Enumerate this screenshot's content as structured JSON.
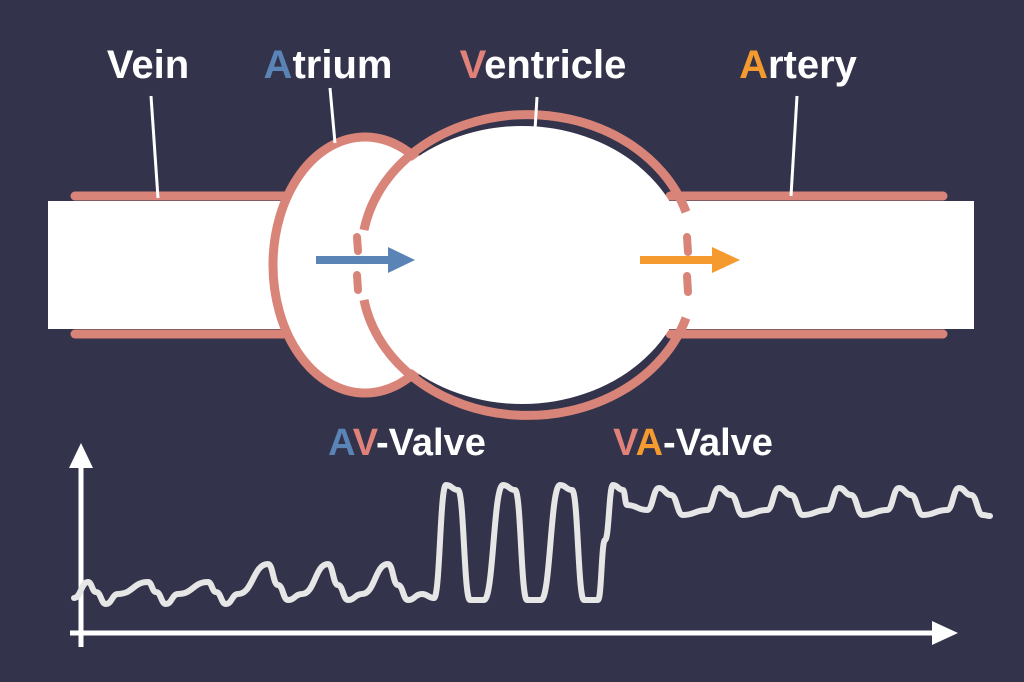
{
  "labels": {
    "vein": {
      "text": "Vein"
    },
    "atrium": {
      "accent": "A",
      "rest": "trium"
    },
    "ventricle": {
      "accent": "V",
      "rest": "entricle"
    },
    "artery": {
      "accent": "A",
      "rest": "rtery"
    },
    "av_valve": {
      "first": "A",
      "second": "V",
      "rest": "-Valve"
    },
    "va_valve": {
      "first": "V",
      "second": "A",
      "rest": "-Valve"
    }
  },
  "colors": {
    "background": "#33344b",
    "wall": "#d98478",
    "lumen": "#ffffff",
    "atrium_blue": "#5a84b6",
    "ventricle_pink": "#e0817a",
    "artery_orange": "#f59a2f",
    "text": "#ffffff",
    "waveform": "#e6e6e6"
  },
  "icons": [
    "arrow-right-icon",
    "axis-arrow-up-icon",
    "axis-arrow-right-icon"
  ]
}
